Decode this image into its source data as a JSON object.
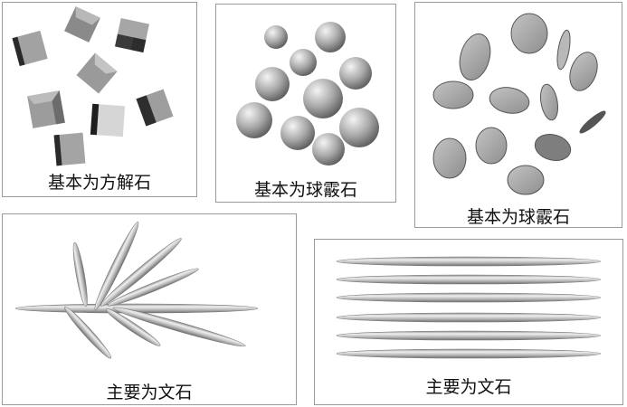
{
  "panels": [
    {
      "caption": "基本为方解石"
    },
    {
      "caption": "基本为球霰石"
    },
    {
      "caption": "基本为球霰石"
    },
    {
      "caption": "主要为文石"
    },
    {
      "caption": "主要为文石"
    }
  ]
}
